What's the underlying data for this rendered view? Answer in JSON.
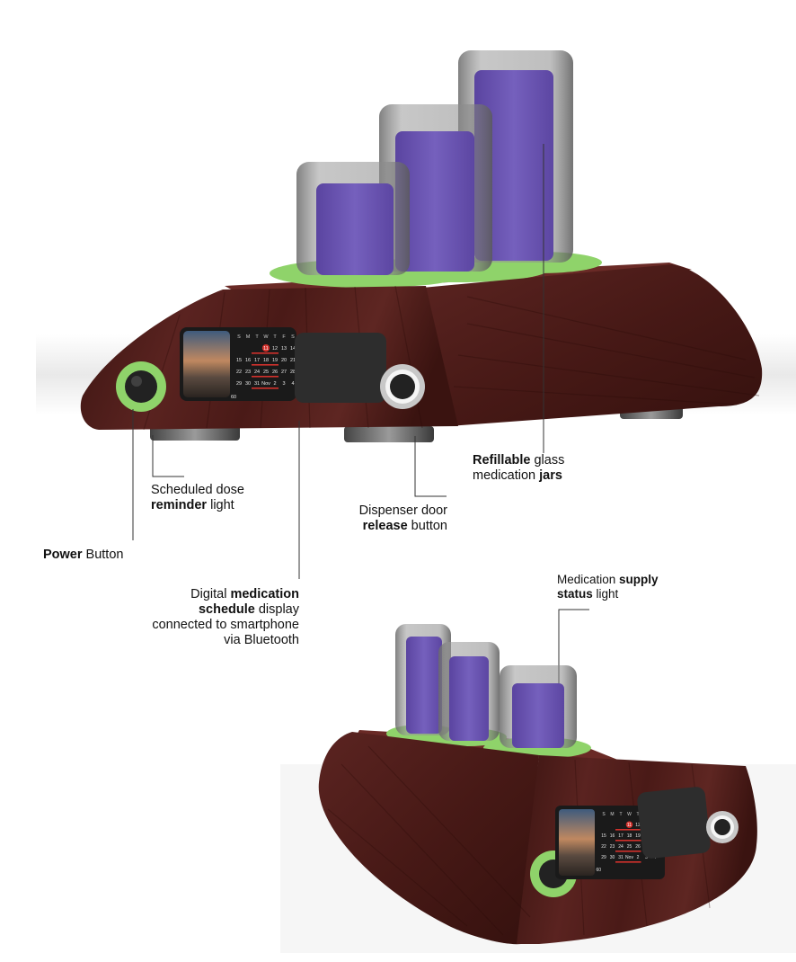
{
  "product": {
    "jar_color": "#6d55b0",
    "ring_color": "#8fd36a",
    "wood_color": "#4a1b17"
  },
  "calendar": {
    "weekdays": [
      "S",
      "M",
      "T",
      "W",
      "T",
      "F",
      "S"
    ],
    "rows": [
      [
        "",
        "",
        "",
        "",
        "12",
        "13",
        "14"
      ],
      [
        "15",
        "16",
        "17",
        "18",
        "19",
        "20",
        "21"
      ],
      [
        "22",
        "23",
        "24",
        "25",
        "26",
        "27",
        "28"
      ],
      [
        "29",
        "30",
        "31",
        "Nov",
        "2",
        "3",
        "4"
      ]
    ],
    "highlight": "11",
    "temp": "60"
  },
  "labels": {
    "jars": {
      "l1a": "Refillable",
      "l1b": " glass",
      "l2a": "medication ",
      "l2b": "jars"
    },
    "reminder": {
      "l1": "Scheduled dose",
      "l2a": "reminder",
      "l2b": " light"
    },
    "dispenser": {
      "l1": "Dispenser door",
      "l2a": "release",
      "l2b": " button"
    },
    "power": {
      "l1a": "Power",
      "l1b": " Button"
    },
    "display": {
      "l1a": "Digital ",
      "l1b": "medication",
      "l2a": "schedule",
      "l2b": " display",
      "l3": "connected to smartphone",
      "l4": "via Bluetooth"
    },
    "supply": {
      "l1a": "Medication ",
      "l1b": "supply",
      "l2a": "status",
      "l2b": " light"
    }
  }
}
